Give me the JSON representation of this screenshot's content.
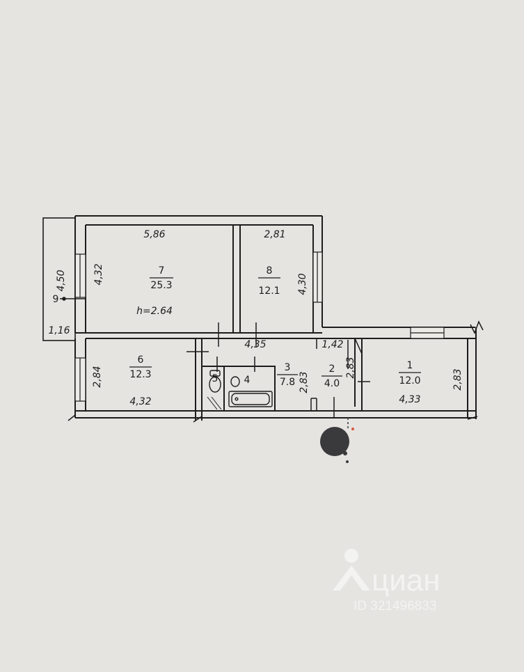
{
  "rooms": [
    {
      "id": "7",
      "number": "7",
      "area": "25.3",
      "height": "h=2.64"
    },
    {
      "id": "8",
      "number": "8",
      "area": "12.1"
    },
    {
      "id": "6",
      "number": "6",
      "area": "12.3"
    },
    {
      "id": "3",
      "number": "3",
      "area": "7.8"
    },
    {
      "id": "2",
      "number": "2",
      "area": "4.0"
    },
    {
      "id": "1",
      "number": "1",
      "area": "12.0"
    },
    {
      "id": "4",
      "number": "4"
    },
    {
      "id": "5",
      "number": "5"
    },
    {
      "id": "9",
      "number": "9"
    }
  ],
  "dimensions": {
    "room7_width": "5,86",
    "room7_depth": "4,32",
    "room8_width": "2,81",
    "room8_depth": "4,30",
    "balcony_length": "4,50",
    "balcony_width": "1,16",
    "hall_length": "4,35",
    "hall_width": "2,83",
    "entry_width": "1,42",
    "entry_depth": "2,83",
    "room6_width": "4,32",
    "room6_depth": "2,84",
    "room1_width": "4,33",
    "room1_depth": "2,83"
  },
  "watermark": {
    "brand": "циан",
    "listing_id": "ID 321496833"
  },
  "colors": {
    "paper": "#e5e4e1",
    "ink": "#1c1c1c",
    "marker": "#3a3a3c"
  }
}
